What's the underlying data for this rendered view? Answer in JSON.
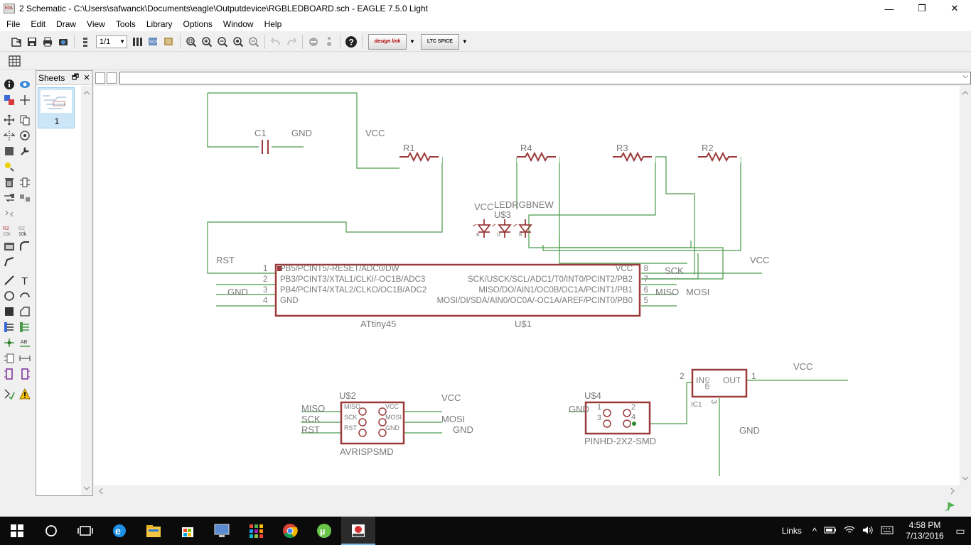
{
  "window": {
    "title": "2 Schematic - C:\\Users\\safwanck\\Documents\\eagle\\Outputdevice\\RGBLEDBOARD.sch - EAGLE 7.5.0 Light",
    "minimize": "—",
    "maximize": "❐",
    "close": "✕"
  },
  "menu": [
    "File",
    "Edit",
    "Draw",
    "View",
    "Tools",
    "Library",
    "Options",
    "Window",
    "Help"
  ],
  "toolbar": {
    "sheet_select": "1/1",
    "designlink_label": "design link",
    "ltspice_label": "LTC SPICE"
  },
  "sheets_panel": {
    "title": "Sheets",
    "float_btn": "🗗",
    "close_btn": "✕",
    "sheet_number": "1"
  },
  "command": {
    "value": "",
    "placeholder": ""
  },
  "schematic": {
    "labels": {
      "c1": "C1",
      "gnd_c1": "GND",
      "vcc_r1": "VCC",
      "r1": "R1",
      "r4": "R4",
      "r3": "R3",
      "r2": "R2",
      "vcc_led": "VCC",
      "led_part": "LEDRGBNEW",
      "u3": "U$3",
      "rst": "RST",
      "gnd_left": "GND",
      "vcc_right": "VCC",
      "sck": "SCK",
      "miso": "MISO",
      "mosi": "MOSI",
      "attiny_value": "ATtiny45",
      "u1": "U$1",
      "u2": "U$2",
      "avrisp_value": "AVRISPSMD",
      "isp_miso": "MISO",
      "isp_sck": "SCK",
      "isp_rst": "RST",
      "isp_vcc": "VCC",
      "isp_mosi": "MOSI",
      "isp_gnd": "GND",
      "isp_pin_miso": "MISO",
      "isp_pin_sck": "SCK",
      "isp_pin_rst": "RST",
      "isp_pin_vcc": "VCC",
      "isp_pin_mosi": "MOSI",
      "isp_pin_gnd": "GND",
      "u4": "U$4",
      "pinhd_value": "PINHD-2X2-SMD",
      "gnd_pinhd": "GND",
      "ph1": "1",
      "ph2": "2",
      "ph3": "3",
      "ph4": "4",
      "ic1": "IC1",
      "vcc_reg": "VCC",
      "gnd_reg": "GND",
      "reg_in": "IN",
      "reg_out": "OUT",
      "reg_gnd": "GND",
      "reg_pin2": "2",
      "reg_pin1": "1",
      "reg_pin3": "3"
    },
    "attiny_left_pins": [
      {
        "num": "1",
        "name": "PB5/PCINT5/-RESET/ADC0/DW"
      },
      {
        "num": "2",
        "name": "PB3/PCINT3/XTAL1/CLKI/-OC1B/ADC3"
      },
      {
        "num": "3",
        "name": "PB4/PCINT4/XTAL2/CLKO/OC1B/ADC2"
      },
      {
        "num": "4",
        "name": "GND"
      }
    ],
    "attiny_right_pins": [
      {
        "num": "8",
        "name": "VCC"
      },
      {
        "num": "7",
        "name": "SCK/USCK/SCL/ADC1/T0/INT0/PCINT2/PB2"
      },
      {
        "num": "6",
        "name": "MISO/DO/AIN1/OC0B/OC1A/PCINT1/PB1"
      },
      {
        "num": "5",
        "name": "MOSI/DI/SDA/AIN0/OC0A/-OC1A/AREF/PCINT0/PB0"
      }
    ],
    "led_pins": [
      "B",
      "G",
      "R"
    ]
  },
  "taskbar": {
    "links_label": "Links",
    "time": "4:58 PM",
    "date": "7/13/2016"
  },
  "colors": {
    "wire": "#4a9a4a",
    "symbol": "#9b3a3a",
    "symbol_text": "#7a7a7a",
    "pin_dot": "#2a8a2a",
    "canvas_bg": "#ffffff"
  }
}
